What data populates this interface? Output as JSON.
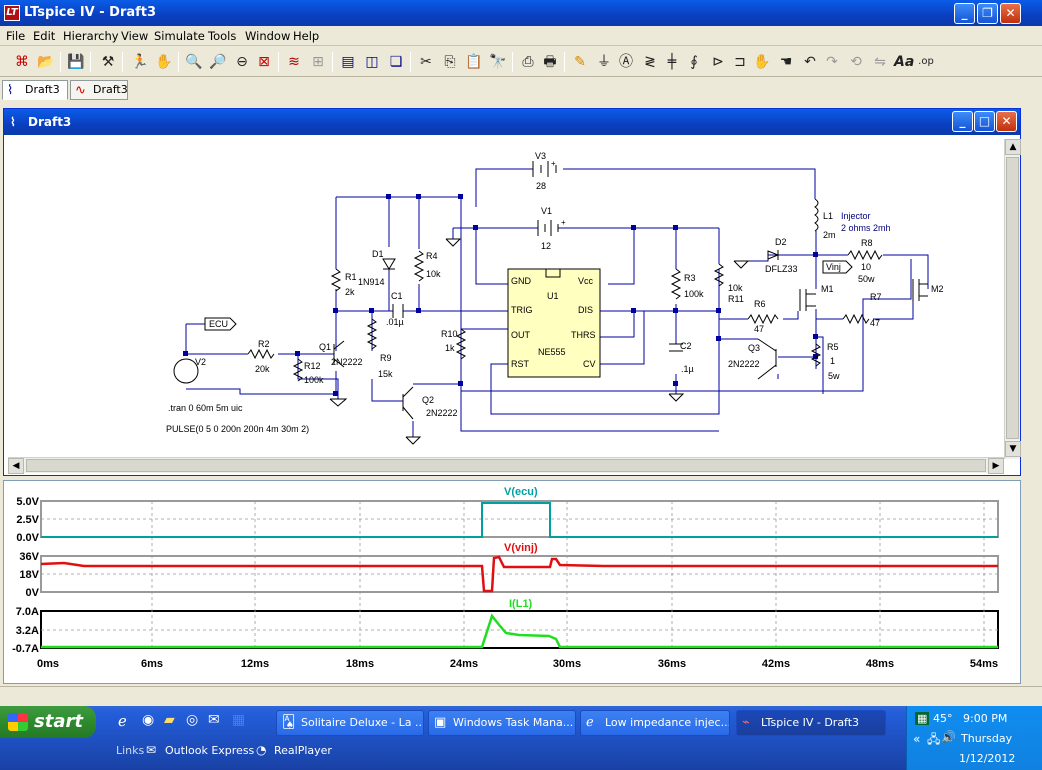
{
  "app": {
    "title": "LTspice IV - Draft3"
  },
  "menu": [
    "File",
    "Edit",
    "Hierarchy",
    "View",
    "Simulate",
    "Tools",
    "Window",
    "Help"
  ],
  "tabs": [
    {
      "label": "Draft3",
      "icon": "schematic-icon",
      "active": true
    },
    {
      "label": "Draft3",
      "icon": "waveform-icon",
      "active": false
    }
  ],
  "doc": {
    "title": "Draft3"
  },
  "schematic": {
    "labels": {
      "V3": "V3",
      "V3_val": "28",
      "V1": "V1",
      "V1_val": "12",
      "L1": "L1",
      "L1_desc1": "Injector",
      "L1_desc2": "2 ohms 2mh",
      "L1_val": "2m",
      "D2": "D2",
      "D2_val": "DFLZ33",
      "vinj": "Vinj",
      "R8": "R8",
      "R8_val": "10",
      "R8_pow": "50w",
      "D1": "D1",
      "D1_val": "1N914",
      "R4": "R4",
      "R4_val": "10k",
      "R1": "R1",
      "R1_val": "2k",
      "C1": "C1",
      "C1_val": ".01µ",
      "U1": "U1",
      "U1_name": "NE555",
      "GND": "GND",
      "Vcc": "Vcc",
      "TRIG": "TRIG",
      "DIS": "DIS",
      "OUT": "OUT",
      "THRS": "THRS",
      "RST": "RST",
      "CV": "CV",
      "R3": "R3",
      "R3_val": "100k",
      "R11_val": "10k",
      "R11": "R11",
      "M1": "M1",
      "M2": "M2",
      "R6": "R6",
      "R6_val": "47",
      "R7": "R7",
      "R7_val": "47",
      "ecu": "ECU",
      "R2": "R2",
      "R2_val": "20k",
      "Q1": "Q1",
      "Q1_val": "2N2222",
      "R12": "R12",
      "R12_val": "100k",
      "V2": "V2",
      "R10": "R10",
      "R10_val": "1k",
      "R9": "R9",
      "R9_val": "15k",
      "C2": "C2",
      "C2_val": ".1µ",
      "Q3": "Q3",
      "Q3_val": "2N2222",
      "R5": "R5",
      "R5_val": "1",
      "R5_pow": "5w",
      "Q2": "Q2",
      "Q2_val": "2N2222",
      "tran": ".tran 0 60m 5m uic",
      "pulse": "PULSE(0 5 0 200n 200n 4m 30m 2)"
    }
  },
  "waveform": {
    "panes": [
      {
        "trace": "V(ecu)",
        "color": "#00a0a0",
        "yticks": [
          "5.0V",
          "2.5V",
          "0.0V"
        ]
      },
      {
        "trace": "V(vinj)",
        "color": "#e01010",
        "yticks": [
          "36V",
          "18V",
          "0V"
        ]
      },
      {
        "trace": "I(L1)",
        "color": "#22dd22",
        "yticks": [
          "7.0A",
          "3.2A",
          "-0.7A"
        ]
      }
    ],
    "xticks": [
      "0ms",
      "6ms",
      "12ms",
      "18ms",
      "24ms",
      "30ms",
      "36ms",
      "42ms",
      "48ms",
      "54ms"
    ]
  },
  "taskbar": {
    "start": "start",
    "tasks": [
      {
        "label": "Solitaire Deluxe - La ...",
        "icon": "solitaire-icon"
      },
      {
        "label": "Windows Task Mana...",
        "icon": "task-manager-icon"
      },
      {
        "label": "Low impedance injec...",
        "icon": "browser-icon"
      },
      {
        "label": "LTspice IV - Draft3",
        "icon": "ltspice-icon",
        "active": true
      }
    ],
    "quicklaunch": [
      {
        "label": "Links"
      },
      {
        "label": "Outlook Express",
        "icon": "outlook-icon"
      },
      {
        "label": "RealPlayer",
        "icon": "realplayer-icon"
      }
    ],
    "tray": {
      "temp": "45°",
      "time": "9:00 PM",
      "day": "Thursday",
      "date": "1/12/2012"
    }
  }
}
